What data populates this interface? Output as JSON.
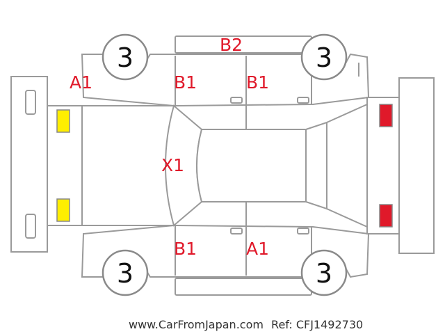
{
  "colors": {
    "damage_code": "#e0192a",
    "front_lamp": "#ffee00",
    "rear_lamp": "#e0192a",
    "outline": "#9a9a9a"
  },
  "wheels": [
    {
      "id": "front-left",
      "label": "3"
    },
    {
      "id": "rear-left",
      "label": "3"
    },
    {
      "id": "front-right",
      "label": "3"
    },
    {
      "id": "rear-right",
      "label": "3"
    }
  ],
  "damage_codes": {
    "front_left_fender": "A1",
    "left_front_door": "B1",
    "left_rear_door": "B1",
    "left_side_sill": "B2",
    "windshield": "X1",
    "right_front_door": "B1",
    "right_rear_door": "A1"
  },
  "footer": {
    "site": "www.CarFromJapan.com",
    "ref": "Ref: CFJ1492730"
  }
}
